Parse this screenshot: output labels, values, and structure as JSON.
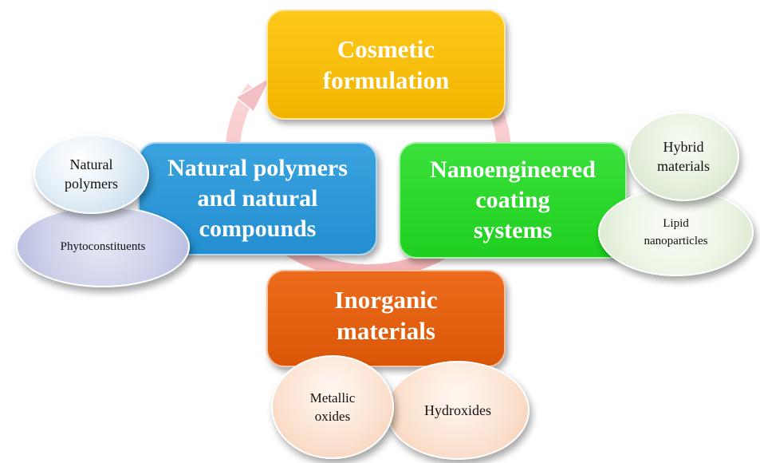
{
  "diagram": {
    "center_boxes": {
      "cosmetic": "Cosmetic\nformulation",
      "natural": "Natural polymers\nand natural\ncompounds",
      "nano": "Nanoengineered\ncoating\nsystems",
      "inorganic": "Inorganic\nmaterials"
    },
    "bubbles": {
      "natural_polymers": "Natural\npolymers",
      "phytoconstituents": "Phytoconstituents",
      "hybrid_materials": "Hybrid\nmaterials",
      "lipid_nanoparticles": "Lipid\nnanoparticles",
      "metallic_oxides": "Metallic\noxides",
      "hydroxides": "Hydroxides"
    },
    "colors": {
      "cosmetic": "#f7bc0b",
      "natural": "#2b97d6",
      "nano": "#2dd82d",
      "inorganic": "#e25f10",
      "cycle_arrow": "#f7c6c8"
    }
  }
}
